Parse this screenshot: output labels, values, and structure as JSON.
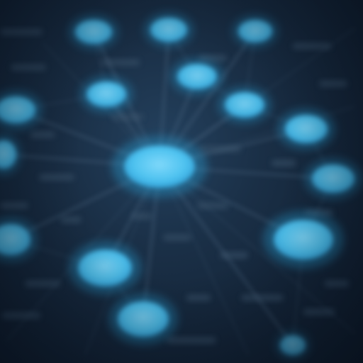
{
  "scene": {
    "description_tag": "network-nodes",
    "colors": {
      "background_center": "#24415e",
      "background_edge": "#0d1928",
      "node_fill": "#4fc3f0",
      "node_glow": "#2aa9e0",
      "link_color": "#5f7a94",
      "ghost_text_color": "#3b536b"
    },
    "nodes": [
      {
        "id": "hub",
        "r": 1.0,
        "alpha": 1.0
      },
      {
        "id": "n1",
        "r": 0.55,
        "alpha": 0.85
      },
      {
        "id": "n2",
        "r": 0.55,
        "alpha": 0.85
      },
      {
        "id": "n3",
        "r": 0.5,
        "alpha": 0.8
      },
      {
        "id": "n4",
        "r": 0.6,
        "alpha": 0.9
      },
      {
        "id": "n5",
        "r": 0.6,
        "alpha": 0.9
      },
      {
        "id": "n6",
        "r": 0.6,
        "alpha": 0.9
      },
      {
        "id": "n7",
        "r": 0.65,
        "alpha": 0.9
      },
      {
        "id": "n8",
        "r": 0.7,
        "alpha": 0.95
      },
      {
        "id": "n9",
        "r": 0.55,
        "alpha": 0.85
      },
      {
        "id": "n10",
        "r": 0.6,
        "alpha": 0.85
      },
      {
        "id": "n11",
        "r": 0.9,
        "alpha": 1.0
      },
      {
        "id": "n12",
        "r": 0.8,
        "alpha": 0.95
      },
      {
        "id": "n13",
        "r": 0.75,
        "alpha": 0.95
      },
      {
        "id": "n14",
        "r": 0.6,
        "alpha": 0.85
      },
      {
        "id": "n15",
        "r": 0.35,
        "alpha": 0.7
      }
    ]
  }
}
